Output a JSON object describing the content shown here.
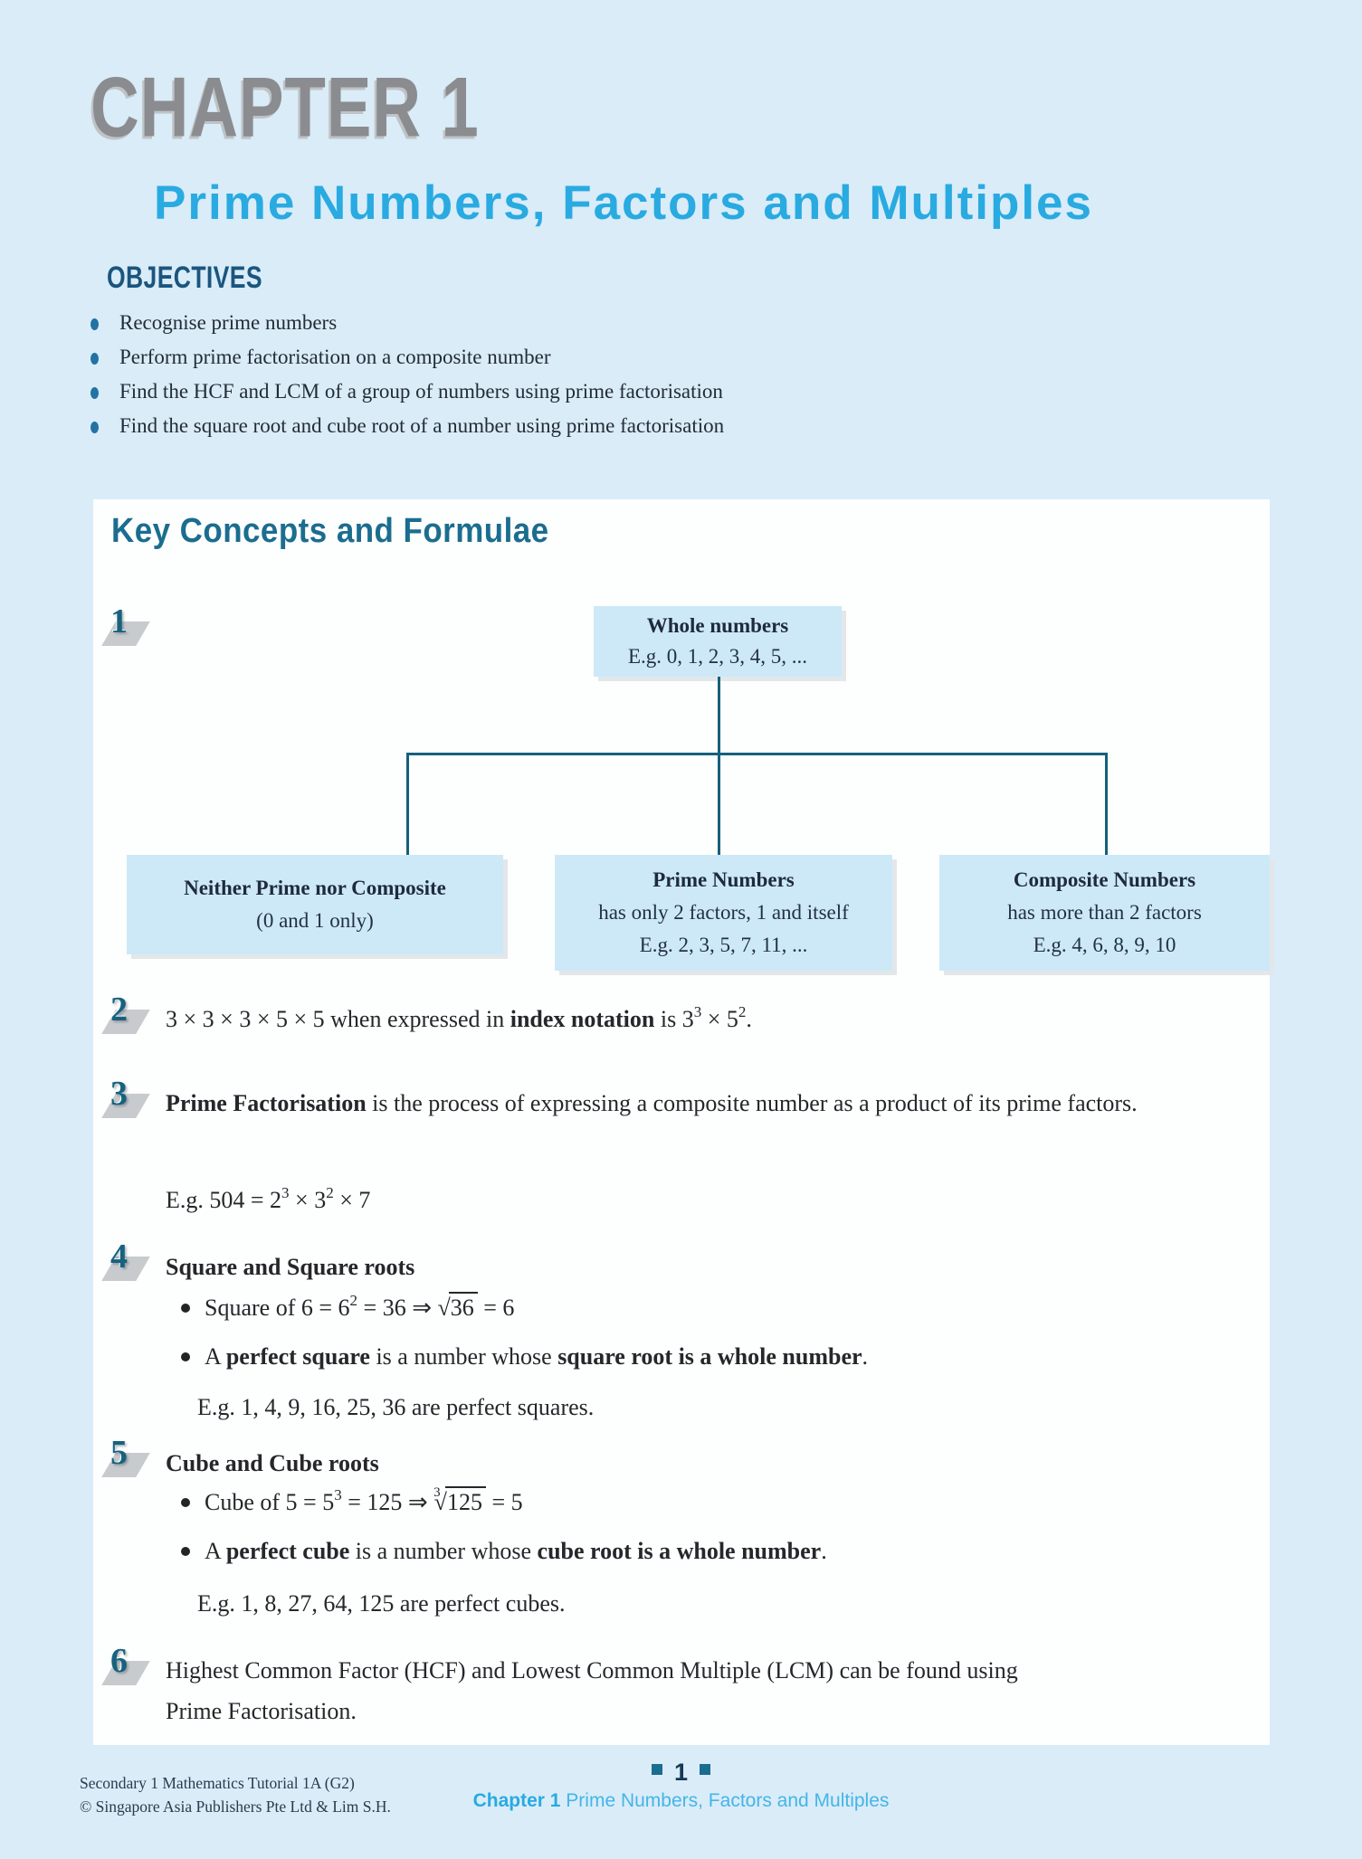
{
  "colors": {
    "page_background": "#d9ecf8",
    "panel_background": "#fdfefe",
    "chapter_label_gray": "#8a8c8f",
    "title_cyan": "#29aae1",
    "heading_teal": "#1b6d8f",
    "objectives_navy": "#1a567e",
    "flowchart_line_teal": "#15607c",
    "flowchart_box_blue": "#cde9f8",
    "item_number_teal": "#17627f",
    "body_text": "#26262b",
    "footer_cyan_light": "#45b5e8"
  },
  "header": {
    "chapter_label": "CHAPTER 1",
    "title": "Prime Numbers, Factors and Multiples"
  },
  "objectives": {
    "heading": "OBJECTIVES",
    "items": [
      "Recognise prime numbers",
      "Perform prime factorisation on a composite number",
      "Find the HCF and LCM of a group of numbers using prime factorisation",
      "Find the square root and cube root of a number using prime factorisation"
    ]
  },
  "key_concepts": {
    "heading": "Key Concepts and Formulae",
    "item1": {
      "number": "1",
      "flowchart": {
        "root": {
          "title": "Whole numbers",
          "line1": "E.g. 0, 1, 2, 3, 4, 5, ..."
        },
        "children": [
          {
            "title": "Neither Prime nor Composite",
            "line1": "(0 and 1 only)"
          },
          {
            "title": "Prime Numbers",
            "line1": "has only 2 factors, 1 and itself",
            "line2": "E.g. 2, 3, 5, 7, 11, ..."
          },
          {
            "title": "Composite Numbers",
            "line1": "has more than 2 factors",
            "line2": "E.g. 4, 6, 8, 9, 10"
          }
        ]
      }
    },
    "item2": {
      "number": "2",
      "rich": [
        {
          "t": "3 × 3 × 3 × 5 × 5 when expressed in "
        },
        {
          "t": "index notation",
          "b": 1
        },
        {
          "t": " is 3"
        },
        {
          "t": "3",
          "sup": 1
        },
        {
          "t": " × 5"
        },
        {
          "t": "2",
          "sup": 1
        },
        {
          "t": "."
        }
      ]
    },
    "item3": {
      "number": "3",
      "rich": [
        {
          "t": "Prime Factorisation",
          "b": 1
        },
        {
          "t": " is the process of expressing a composite number as a product of its prime factors."
        }
      ],
      "example": [
        {
          "t": "E.g. 504 = 2"
        },
        {
          "t": "3",
          "sup": 1
        },
        {
          "t": " × 3"
        },
        {
          "t": "2",
          "sup": 1
        },
        {
          "t": " × 7"
        }
      ]
    },
    "item4": {
      "number": "4",
      "heading": "Square and Square roots",
      "bullet1": [
        {
          "t": "Square of 6 = 6"
        },
        {
          "t": "2",
          "sup": 1
        },
        {
          "t": " = 36 ⇒ "
        },
        {
          "sqrt": "36"
        },
        {
          "t": " = 6"
        }
      ],
      "bullet2": [
        {
          "t": "A "
        },
        {
          "t": "perfect square",
          "b": 1
        },
        {
          "t": " is a number whose "
        },
        {
          "t": "square root is a whole number",
          "b": 1
        },
        {
          "t": "."
        }
      ],
      "example": "E.g. 1, 4, 9, 16, 25, 36 are perfect squares."
    },
    "item5": {
      "number": "5",
      "heading": "Cube and Cube roots",
      "bullet1": [
        {
          "t": "Cube of 5 = 5"
        },
        {
          "t": "3",
          "sup": 1
        },
        {
          "t": " = 125 ⇒ "
        },
        {
          "sqrt": "125",
          "root": "3"
        },
        {
          "t": " = 5"
        }
      ],
      "bullet2": [
        {
          "t": "A "
        },
        {
          "t": "perfect cube",
          "b": 1
        },
        {
          "t": " is a number whose "
        },
        {
          "t": "cube root is a whole number",
          "b": 1
        },
        {
          "t": "."
        }
      ],
      "example": "E.g. 1, 8, 27, 64, 125 are perfect cubes."
    },
    "item6": {
      "number": "6",
      "text": "Highest Common Factor (HCF) and Lowest Common Multiple (LCM) can be found using Prime Factorisation."
    }
  },
  "footer": {
    "imprint_line1": "Secondary 1 Mathematics Tutorial 1A (G2)",
    "imprint_line2": "© Singapore Asia Publishers Pte Ltd & Lim S.H.",
    "page_number": "1",
    "chapter_label": "Chapter 1",
    "chapter_title": "Prime Numbers, Factors and Multiples"
  }
}
